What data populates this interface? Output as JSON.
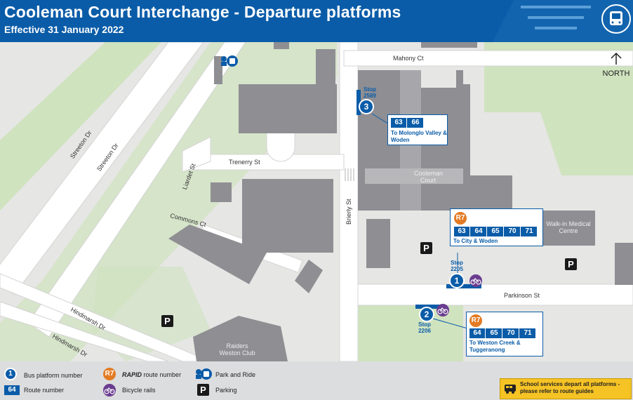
{
  "header": {
    "title": "Cooleman Court Interchange - Departure platforms",
    "subtitle": "Effective 31 January 2022"
  },
  "north": "NORTH",
  "streets": {
    "mahony": "Mahony Ct",
    "streeton1": "Streeton Dr",
    "streeton2": "Streeton Dr",
    "liardet": "Liardet St",
    "trenerry": "Trenerry St",
    "commons": "Commons Ct",
    "brierly": "Brierly St",
    "parkinson": "Parkinson St",
    "hindmarsh1": "Hindmarsh Dr",
    "hindmarsh2": "Hindmarsh Dr"
  },
  "places": {
    "cooleman": "Cooleman Court",
    "walkin": "Walk-in Medical Centre",
    "raiders": "Raiders Weston Club"
  },
  "stops": [
    {
      "platform": "3",
      "stop_label": "Stop",
      "stop_id": "2589",
      "routes": [
        "63",
        "66"
      ],
      "destination": "To Molonglo Valley & Woden",
      "rapid": false
    },
    {
      "platform": "1",
      "stop_label": "Stop",
      "stop_id": "2205",
      "routes": [
        "63",
        "64",
        "65",
        "70",
        "71"
      ],
      "destination": "To City & Woden",
      "rapid": true,
      "rapid_label": "R7"
    },
    {
      "platform": "2",
      "stop_label": "Stop",
      "stop_id": "2206",
      "routes": [
        "64",
        "65",
        "70",
        "71"
      ],
      "destination": "To Weston Creek & Tuggeranong",
      "rapid": true,
      "rapid_label": "R7"
    }
  ],
  "legend": {
    "bus_platform_icon": "1",
    "bus_platform": "Bus platform number",
    "route_icon": "64",
    "route_number": "Route number",
    "rapid_icon": "R7",
    "rapid_word": "RAPID",
    "rapid_text": "route number",
    "park_ride": "Park and Ride",
    "bicycle": "Bicycle rails",
    "parking_icon": "P",
    "parking": "Parking"
  },
  "school_notice": "School services depart all platforms - please refer to route guides",
  "parking_symbol": "P",
  "colors": {
    "brand": "#0a5ca8",
    "rapid": "#e37b24",
    "bike": "#6a3c8f",
    "road": "#ffffff",
    "land": "#e6e6e4",
    "green": "#cfe3bf",
    "building": "#8e8e93",
    "notice": "#f6c325"
  },
  "icons": [
    "bus-icon",
    "north-arrow-icon",
    "park-and-ride-icon",
    "bicycle-icon",
    "school-bus-icon"
  ]
}
